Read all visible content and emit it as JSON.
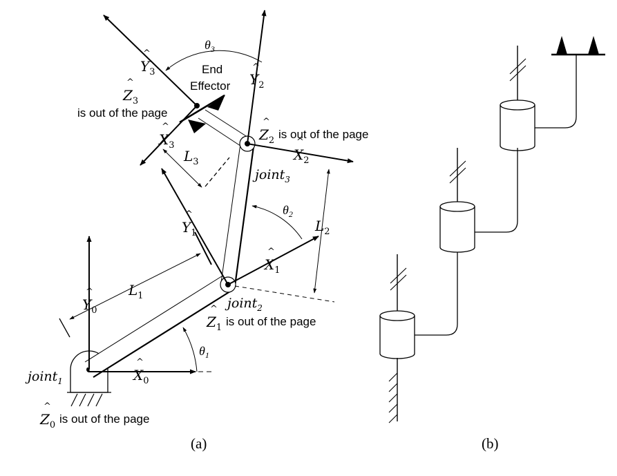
{
  "panel_a": {
    "caption": "(a)",
    "joint1": {
      "name": "joint",
      "sub": "1"
    },
    "joint2": {
      "name": "joint",
      "sub": "2"
    },
    "joint3": {
      "name": "joint",
      "sub": "3"
    },
    "frame0": {
      "x": "X",
      "x_sub": "0",
      "y": "Y",
      "y_sub": "0",
      "z": "Z",
      "z_sub": "0",
      "z_note": " is out of the page"
    },
    "frame1": {
      "x": "X",
      "x_sub": "1",
      "y": "Y",
      "y_sub": "1",
      "z": "Z",
      "z_sub": "1",
      "z_note": " is out of the page"
    },
    "frame2": {
      "x": "X",
      "x_sub": "2",
      "y": "Y",
      "y_sub": "2",
      "z": "Z",
      "z_sub": "2",
      "z_note": " is out of the page"
    },
    "frame3": {
      "x": "X",
      "x_sub": "3",
      "y": "Y",
      "y_sub": "3",
      "z": "Z",
      "z_sub": "3",
      "z_note": "is out of the page"
    },
    "hat": "^",
    "lengths": {
      "L1": "L",
      "L1_sub": "1",
      "L2": "L",
      "L2_sub": "2",
      "L3": "L",
      "L3_sub": "3"
    },
    "angles": {
      "theta": "θ",
      "t1": "1",
      "t2": "2",
      "t3": "3"
    },
    "end_effector_line1": "End",
    "end_effector_line2": "Effector"
  },
  "panel_b": {
    "caption": "(b)"
  }
}
